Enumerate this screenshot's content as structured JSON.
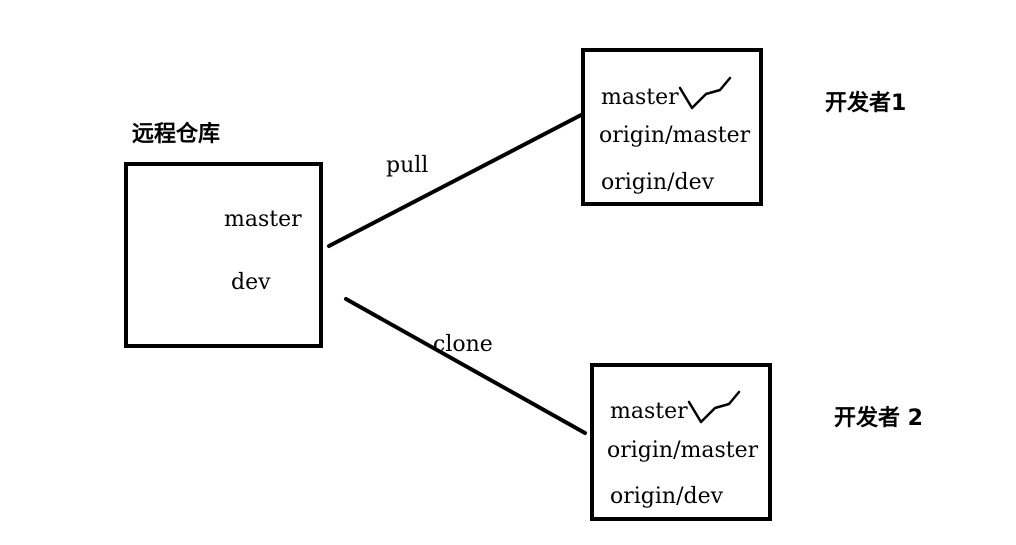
{
  "remote": {
    "title": "远程仓库",
    "branches": [
      "master",
      "dev"
    ]
  },
  "edges": {
    "pull_label": "pull",
    "clone_label": "clone"
  },
  "developer1": {
    "title": "开发者1",
    "branches": [
      "master",
      "origin/master",
      "origin/dev"
    ]
  },
  "developer2": {
    "title": "开发者 2",
    "branches": [
      "master",
      "origin/master",
      "origin/dev"
    ]
  }
}
